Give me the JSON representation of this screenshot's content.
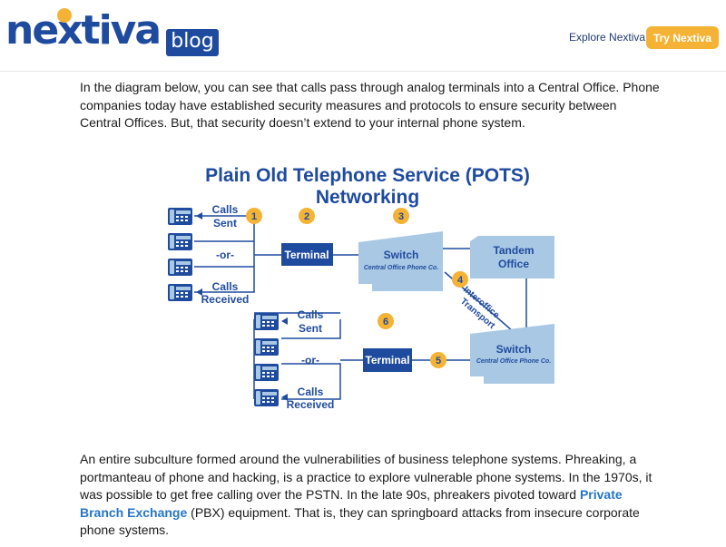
{
  "header": {
    "logo_text": "nextiva",
    "logo_badge": "blog",
    "nav_link": "Explore Nextiva",
    "cta_button": "Try Nextiva"
  },
  "article": {
    "para1": "In the diagram below, you can see that calls pass through analog terminals into a Central Office. Phone companies today have established security measures and protocols to ensure security between Central Offices. But, that security doesn’t extend to your internal phone system.",
    "para2_before": "An entire subculture formed around the vulnerabilities of business telephone systems. Phreaking, a portmanteau of phone and hacking, is a practice to explore vulnerable phone systems. In the 1970s, it was possible to get free calling over the PSTN. In the late 90s, phreakers pivoted toward ",
    "para2_link": "Private Branch Exchange",
    "para2_after": " (PBX) equipment. That is, they can springboard attacks from insecure corporate phone systems."
  },
  "diagram": {
    "title": "Plain Old Telephone Service (POTS) Networking",
    "calls_sent_1": "Calls",
    "calls_sent_2": "Sent",
    "or": "-or-",
    "calls_recv_1": "Calls",
    "calls_recv_2": "Received",
    "terminal": "Terminal",
    "switch": "Switch",
    "switch_sub": "Central Office Phone Co.",
    "tandem_1": "Tandem",
    "tandem_2": "Office",
    "interoffice_1": "Interoffice",
    "interoffice_2": "Transport",
    "steps": [
      "1",
      "2",
      "3",
      "4",
      "5",
      "6"
    ],
    "colors": {
      "blue": "#1f4b9e",
      "light_blue": "#a9c8e4",
      "yellow": "#f4b335"
    }
  }
}
